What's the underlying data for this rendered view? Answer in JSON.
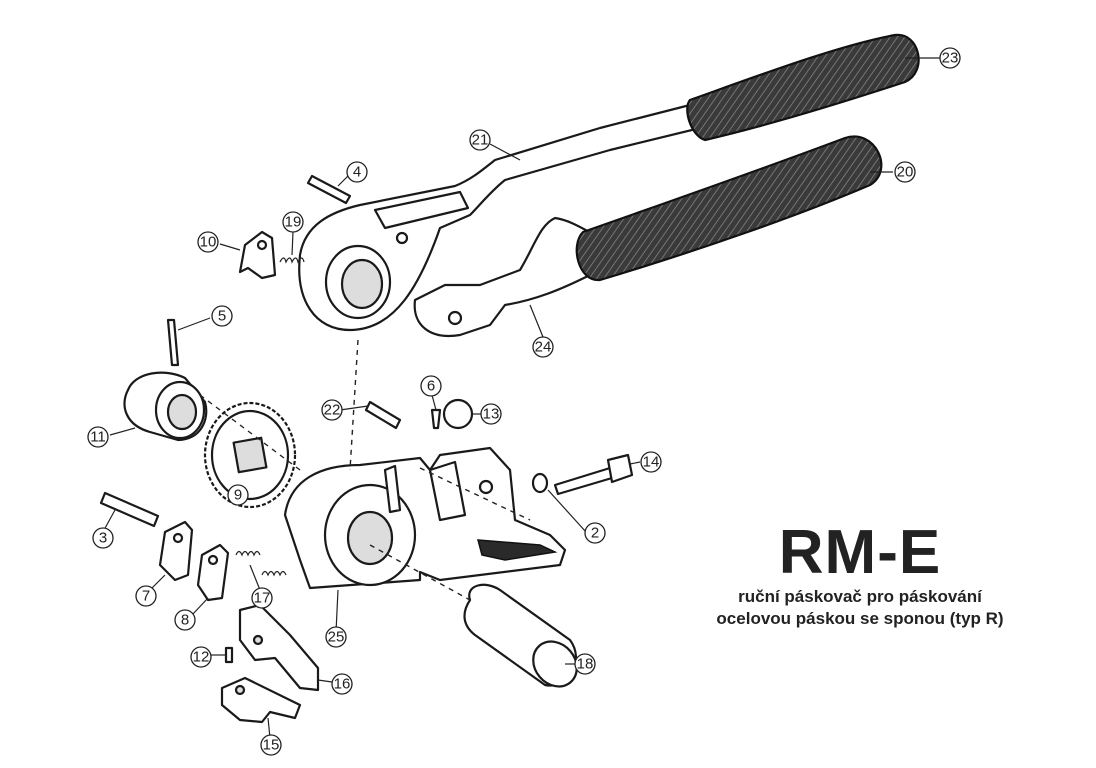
{
  "title": "RM-E",
  "description_line1": "ruční páskovač pro páskování",
  "description_line2": "ocelovou páskou se sponou (typ R)",
  "part_numbers": [
    "2",
    "3",
    "4",
    "5",
    "6",
    "7",
    "8",
    "9",
    "10",
    "11",
    "12",
    "13",
    "14",
    "15",
    "16",
    "17",
    "18",
    "19",
    "20",
    "21",
    "22",
    "23",
    "24",
    "25"
  ]
}
